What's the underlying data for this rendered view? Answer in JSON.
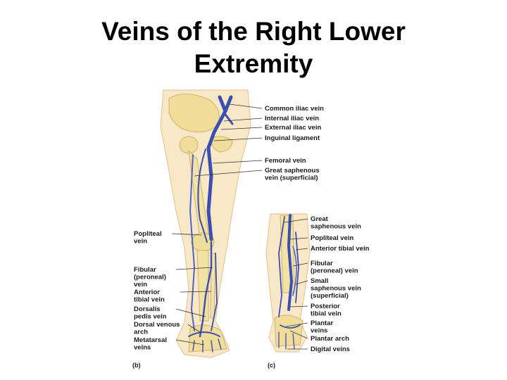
{
  "title": {
    "line1": "Veins of the Right Lower",
    "line2": "Extremity"
  },
  "figure": {
    "panel_b": "(b)",
    "panel_c": "(c)",
    "labels_b_right": [
      {
        "lines": [
          "Common iliac vein"
        ]
      },
      {
        "lines": [
          "Internal iliac vein"
        ]
      },
      {
        "lines": [
          "External iliac vein"
        ]
      },
      {
        "lines": [
          "Inguinal ligament"
        ]
      },
      {
        "lines": [
          "Femoral vein"
        ]
      },
      {
        "lines": [
          "Great saphenous",
          "vein (superficial)"
        ]
      }
    ],
    "labels_b_left": [
      {
        "lines": [
          "Popliteal",
          "vein"
        ]
      },
      {
        "lines": [
          "Fibular",
          "(peroneal)",
          "vein"
        ]
      },
      {
        "lines": [
          "Anterior",
          "tibial vein"
        ]
      },
      {
        "lines": [
          "Dorsalis",
          "pedis vein"
        ]
      },
      {
        "lines": [
          "Dorsal venous",
          "arch"
        ]
      },
      {
        "lines": [
          "Metatarsal",
          "veins"
        ]
      }
    ],
    "labels_c_right": [
      {
        "lines": [
          "Great",
          "saphenous vein"
        ]
      },
      {
        "lines": [
          "Popliteal vein"
        ]
      },
      {
        "lines": [
          "Anterior tibial vein"
        ]
      },
      {
        "lines": [
          "Fibular",
          "(peroneal) vein"
        ]
      },
      {
        "lines": [
          "Small",
          "saphenous vein",
          "(superficial)"
        ]
      },
      {
        "lines": [
          "Posterior",
          "tibial vein"
        ]
      },
      {
        "lines": [
          "Plantar",
          "veins"
        ]
      },
      {
        "lines": [
          "Plantar arch"
        ]
      },
      {
        "lines": [
          "Digital veins"
        ]
      }
    ]
  }
}
